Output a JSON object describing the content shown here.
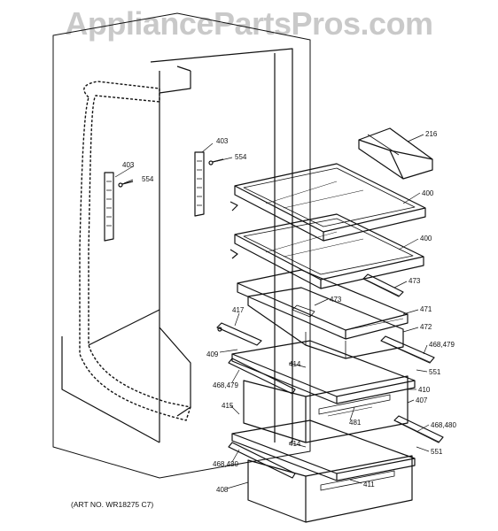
{
  "watermark": "AppliancePartsPros.com",
  "art_number": "(ART NO. WR18275 C7)",
  "callouts": {
    "c216": "216",
    "c400a": "400",
    "c400b": "400",
    "c403a": "403",
    "c554a": "554",
    "c403b": "403",
    "c554b": "554",
    "c473a": "473",
    "c473b": "473",
    "c471": "471",
    "c472": "472",
    "c417": "417",
    "c409": "409",
    "c414a": "414",
    "c468_479a": "468,479",
    "c468_479b": "468,479",
    "c551a": "551",
    "c410": "410",
    "c407": "407",
    "c415": "415",
    "c481": "481",
    "c468_480a": "468,480",
    "c414b": "414",
    "c551b": "551",
    "c468_480b": "468,480",
    "c408": "408",
    "c411": "411"
  }
}
